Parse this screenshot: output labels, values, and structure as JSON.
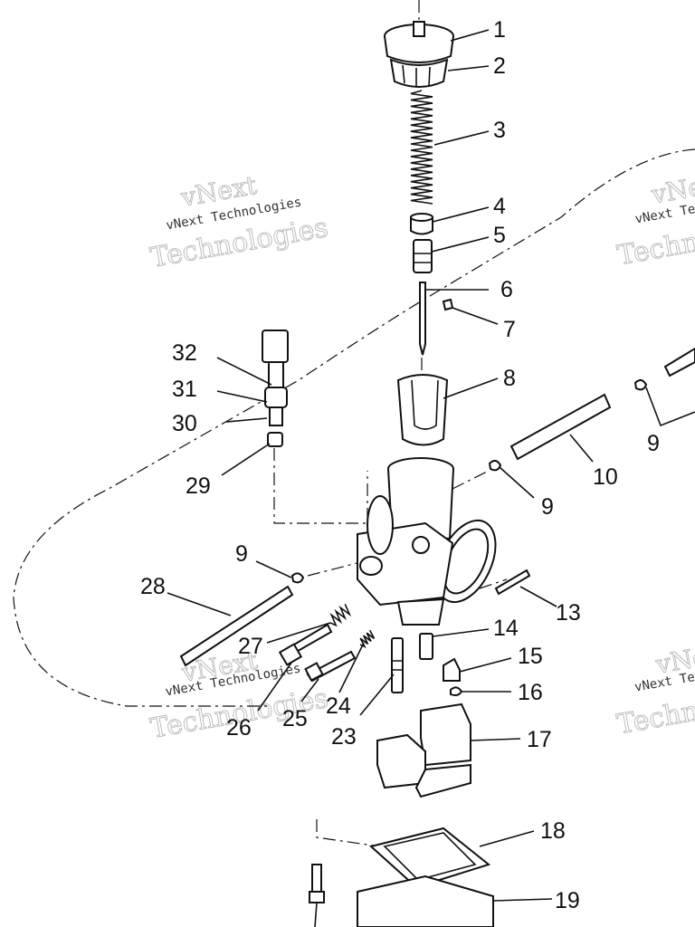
{
  "diagram": {
    "labels": [
      "1",
      "2",
      "3",
      "4",
      "5",
      "6",
      "7",
      "8",
      "9",
      "9",
      "9",
      "10",
      "13",
      "14",
      "15",
      "16",
      "17",
      "18",
      "19",
      "23",
      "24",
      "25",
      "26",
      "27",
      "28",
      "29",
      "30",
      "31",
      "32"
    ],
    "watermark_small": "vNext Technologies",
    "watermark_large_1": "vNext",
    "watermark_large_2": "Technologies"
  }
}
